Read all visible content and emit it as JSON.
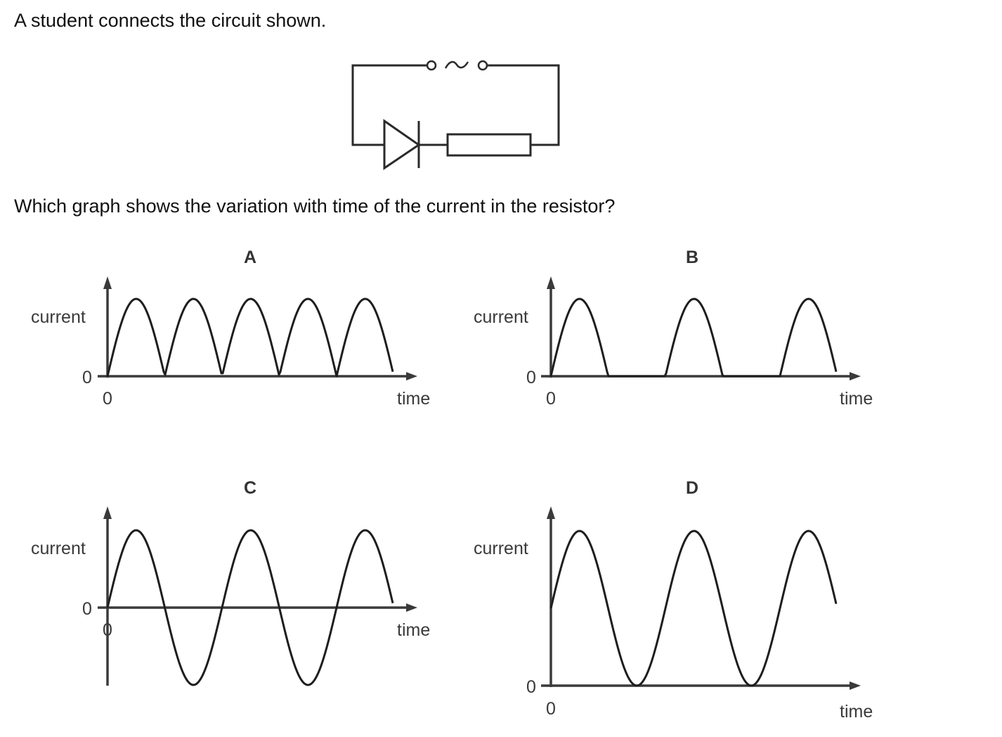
{
  "intro": "A student connects the circuit shown.",
  "question": "Which graph shows the variation with time of the current in the resistor?",
  "circuit": {
    "components": [
      "ac-supply",
      "diode",
      "resistor"
    ],
    "ac_symbol": "~"
  },
  "graphs": [
    {
      "option": "A",
      "ylabel": "current",
      "xlabel": "time",
      "y_origin": "0",
      "x_origin": "0",
      "waveform": "full-wave-rectified",
      "cycles": 2.5
    },
    {
      "option": "B",
      "ylabel": "current",
      "xlabel": "time",
      "y_origin": "0",
      "x_origin": "0",
      "waveform": "half-wave-rectified",
      "cycles": 2.5
    },
    {
      "option": "C",
      "ylabel": "current",
      "xlabel": "time",
      "y_origin": "0",
      "x_origin": "0",
      "waveform": "sine",
      "cycles": 2.5
    },
    {
      "option": "D",
      "ylabel": "current",
      "xlabel": "time",
      "y_origin": "0",
      "x_origin": "0",
      "waveform": "offset-sine",
      "cycles": 2.5
    }
  ],
  "colors": {
    "ink": "#1e1e1e",
    "axis": "#3a3a3a"
  }
}
